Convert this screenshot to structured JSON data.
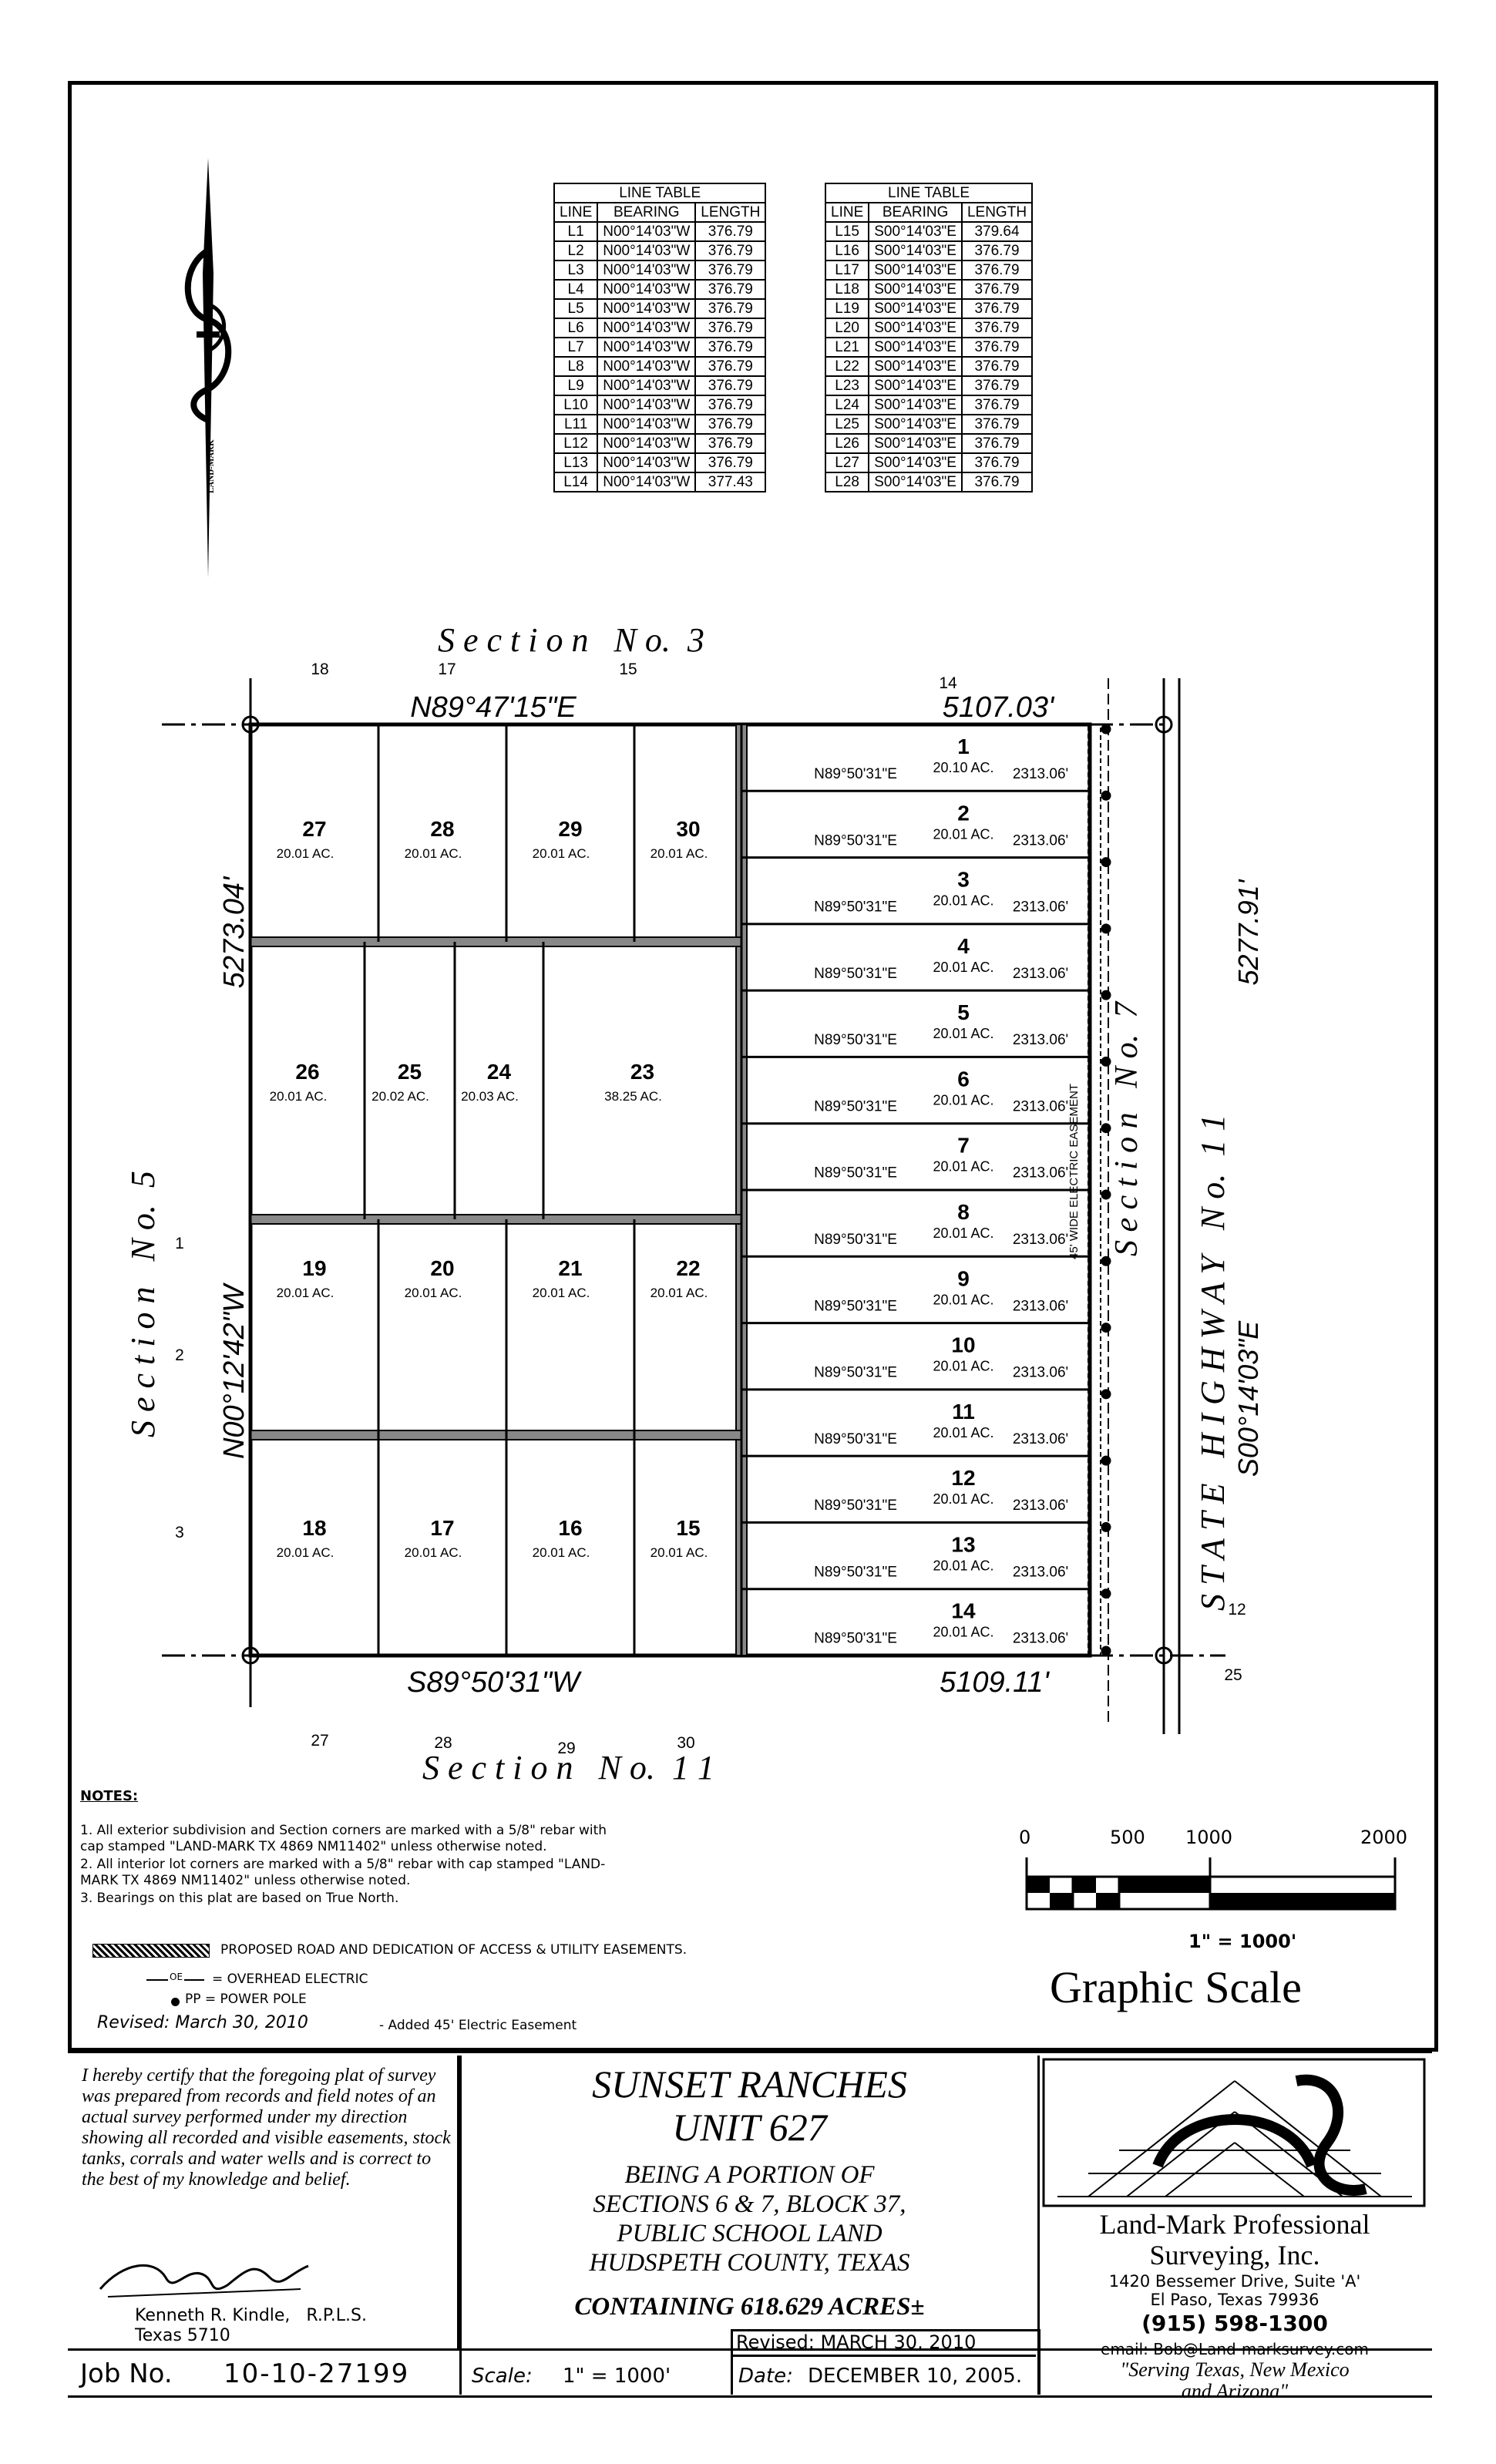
{
  "line_table_title": "LINE TABLE",
  "line_table_headers": [
    "LINE",
    "BEARING",
    "LENGTH"
  ],
  "line_table_left": [
    [
      "L1",
      "N00°14'03\"W",
      "376.79"
    ],
    [
      "L2",
      "N00°14'03\"W",
      "376.79"
    ],
    [
      "L3",
      "N00°14'03\"W",
      "376.79"
    ],
    [
      "L4",
      "N00°14'03\"W",
      "376.79"
    ],
    [
      "L5",
      "N00°14'03\"W",
      "376.79"
    ],
    [
      "L6",
      "N00°14'03\"W",
      "376.79"
    ],
    [
      "L7",
      "N00°14'03\"W",
      "376.79"
    ],
    [
      "L8",
      "N00°14'03\"W",
      "376.79"
    ],
    [
      "L9",
      "N00°14'03\"W",
      "376.79"
    ],
    [
      "L10",
      "N00°14'03\"W",
      "376.79"
    ],
    [
      "L11",
      "N00°14'03\"W",
      "376.79"
    ],
    [
      "L12",
      "N00°14'03\"W",
      "376.79"
    ],
    [
      "L13",
      "N00°14'03\"W",
      "376.79"
    ],
    [
      "L14",
      "N00°14'03\"W",
      "377.43"
    ]
  ],
  "line_table_right": [
    [
      "L15",
      "S00°14'03\"E",
      "379.64"
    ],
    [
      "L16",
      "S00°14'03\"E",
      "376.79"
    ],
    [
      "L17",
      "S00°14'03\"E",
      "376.79"
    ],
    [
      "L18",
      "S00°14'03\"E",
      "376.79"
    ],
    [
      "L19",
      "S00°14'03\"E",
      "376.79"
    ],
    [
      "L20",
      "S00°14'03\"E",
      "376.79"
    ],
    [
      "L21",
      "S00°14'03\"E",
      "376.79"
    ],
    [
      "L22",
      "S00°14'03\"E",
      "376.79"
    ],
    [
      "L23",
      "S00°14'03\"E",
      "376.79"
    ],
    [
      "L24",
      "S00°14'03\"E",
      "376.79"
    ],
    [
      "L25",
      "S00°14'03\"E",
      "376.79"
    ],
    [
      "L26",
      "S00°14'03\"E",
      "376.79"
    ],
    [
      "L27",
      "S00°14'03\"E",
      "376.79"
    ],
    [
      "L28",
      "S00°14'03\"E",
      "376.79"
    ]
  ],
  "north_arrow_label": "LAND-MARK",
  "plat": {
    "section_top": "S e c t i o n   N o.  3",
    "section_bottom": "S e c t i o n   N o.  1 1",
    "section_left": "S e c t i o n   N o.  5",
    "section_right_highway": "S T A T E   H I G H W A Y   N o.  1 1",
    "section_right_7": "S e c t i o n   N o.  7",
    "top_bearing": "N89°47'15\"E",
    "top_distance": "5107.03'",
    "bottom_bearing": "S89°50'31\"W",
    "bottom_distance": "5109.11'",
    "left_bearing": "N00°12'42\"W",
    "left_distance": "5273.04'",
    "right_bearing": "S00°14'03\"E",
    "right_distance": "5277.91'",
    "easement_label": "45' WIDE ELECTRIC EASEMENT",
    "section_numbers": [
      "18",
      "17",
      "15",
      "14",
      "1",
      "2",
      "3",
      "27",
      "28",
      "29",
      "30",
      "12",
      "25"
    ],
    "lots_west": [
      {
        "n": "27",
        "ac": "20.01 AC."
      },
      {
        "n": "28",
        "ac": "20.01 AC."
      },
      {
        "n": "29",
        "ac": "20.01 AC."
      },
      {
        "n": "30",
        "ac": "20.01 AC."
      },
      {
        "n": "26",
        "ac": "20.01 AC."
      },
      {
        "n": "25",
        "ac": "20.02 AC."
      },
      {
        "n": "24",
        "ac": "20.03 AC."
      },
      {
        "n": "23",
        "ac": "38.25 AC."
      },
      {
        "n": "19",
        "ac": "20.01 AC."
      },
      {
        "n": "20",
        "ac": "20.01 AC."
      },
      {
        "n": "21",
        "ac": "20.01 AC."
      },
      {
        "n": "22",
        "ac": "20.01 AC."
      },
      {
        "n": "18",
        "ac": "20.01 AC."
      },
      {
        "n": "17",
        "ac": "20.01 AC."
      },
      {
        "n": "16",
        "ac": "20.01 AC."
      },
      {
        "n": "15",
        "ac": "20.01 AC."
      }
    ],
    "lots_east": [
      {
        "n": "1",
        "ac": "20.10 AC."
      },
      {
        "n": "2",
        "ac": "20.01 AC."
      },
      {
        "n": "3",
        "ac": "20.01 AC."
      },
      {
        "n": "4",
        "ac": "20.01 AC."
      },
      {
        "n": "5",
        "ac": "20.01 AC."
      },
      {
        "n": "6",
        "ac": "20.01 AC."
      },
      {
        "n": "7",
        "ac": "20.01 AC."
      },
      {
        "n": "8",
        "ac": "20.01 AC."
      },
      {
        "n": "9",
        "ac": "20.01 AC."
      },
      {
        "n": "10",
        "ac": "20.01 AC."
      },
      {
        "n": "11",
        "ac": "20.01 AC."
      },
      {
        "n": "12",
        "ac": "20.01 AC."
      },
      {
        "n": "13",
        "ac": "20.01 AC."
      },
      {
        "n": "14",
        "ac": "20.01 AC."
      }
    ],
    "east_lot_bearing": "N89°50'31\"E",
    "east_lot_length": "2313.06'",
    "pp_label": "PP"
  },
  "notes_title": "NOTES:",
  "notes": [
    "1. All exterior subdivision and Section corners are marked with a 5/8\" rebar with cap stamped \"LAND-MARK TX 4869 NM11402\" unless otherwise noted.",
    "2. All interior lot corners are marked with a 5/8\" rebar with cap stamped \"LAND-MARK TX 4869 NM11402\" unless otherwise noted.",
    "3. Bearings on this plat are based on True North."
  ],
  "legend": {
    "road": "PROPOSED ROAD AND DEDICATION OF ACCESS & UTILITY EASEMENTS.",
    "oe_symbol": "OE",
    "overhead": "= OVERHEAD ELECTRIC",
    "pole": "PP = POWER POLE",
    "revised": "Revised: March 30, 2010",
    "revised_note": "- Added 45' Electric Easement"
  },
  "scale": {
    "ticks": [
      "0",
      "500",
      "1000",
      "2000"
    ],
    "ratio": "1\" = 1000'",
    "title": "Graphic Scale"
  },
  "title_block": {
    "certification": "I hereby certify that the foregoing plat of survey was prepared from records and field notes of an actual survey performed under my direction showing all recorded and visible easements, stock tanks, corrals and water wells and is correct to the best of my knowledge and belief.",
    "surveyor_name": "Kenneth R. Kindle,   R.P.L.S.",
    "surveyor_reg": "Texas 5710",
    "job_label": "Job No.",
    "job_no": "10-10-27199",
    "project_title_1": "SUNSET RANCHES",
    "project_title_2": "UNIT 627",
    "desc_1": "BEING A PORTION OF",
    "desc_2": "SECTIONS 6 & 7, BLOCK 37,",
    "desc_3": "PUBLIC SCHOOL LAND",
    "desc_4": "HUDSPETH COUNTY, TEXAS",
    "containing": "CONTAINING 618.629 ACRES±",
    "revised_box": "Revised: MARCH 30, 2010",
    "scale_label": "Scale:",
    "scale_value": "1\" = 1000'",
    "date_label": "Date:",
    "date_value": "DECEMBER 10, 2005.",
    "company_1": "Land-Mark Professional",
    "company_2": "Surveying, Inc.",
    "address_1": "1420 Bessemer Drive, Suite 'A'",
    "address_2": "El Paso, Texas  79936",
    "phone": "(915) 598-1300",
    "email": "email: Bob@Land-marksurvey.com",
    "motto_1": "\"Serving Texas, New Mexico",
    "motto_2": "and Arizona\""
  }
}
